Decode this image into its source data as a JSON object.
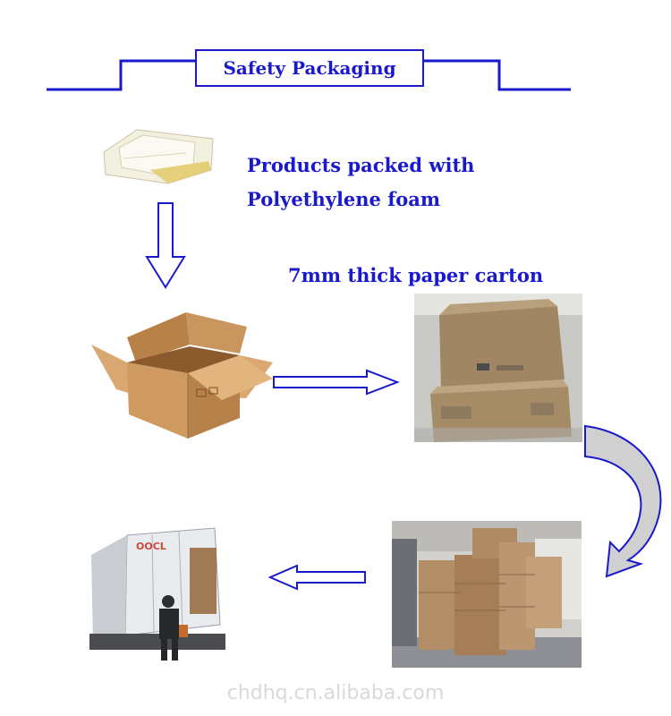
{
  "title": "Safety Packaging",
  "steps": [
    {
      "caption_line1": "Products packed with",
      "caption_line2": "Polyethylene foam"
    },
    {
      "caption": "7mm thick paper carton"
    }
  ],
  "container_text": "OOCL",
  "watermark": "chdhq.cn.alibaba.com",
  "colors": {
    "accent": "#1a1acc",
    "carton": "#c8955a",
    "watermark": "#d9d9d9"
  }
}
